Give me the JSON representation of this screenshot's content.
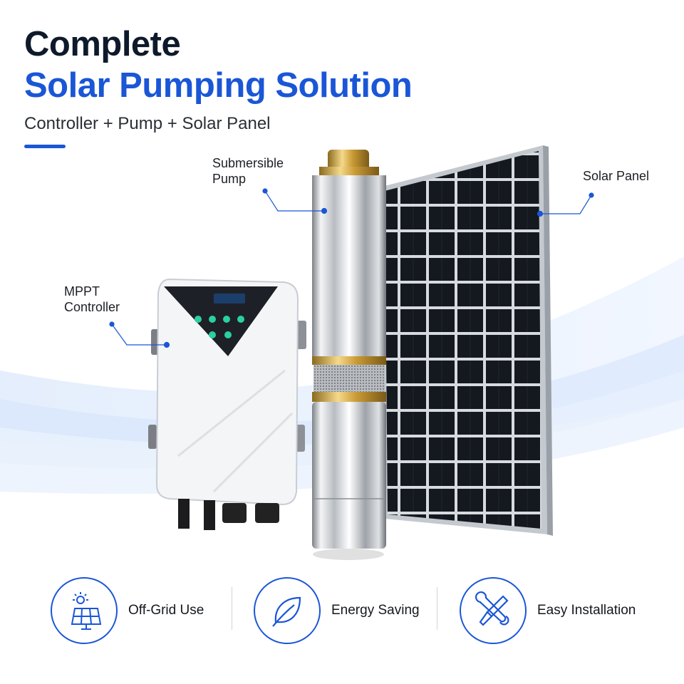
{
  "header": {
    "title_line1": "Complete",
    "title_line2": "Solar Pumping Solution",
    "subtitle": "Controller + Pump + Solar Panel"
  },
  "callouts": {
    "pump_line1": "Submersible",
    "pump_line2": "Pump",
    "panel": "Solar Panel",
    "controller_line1": "MPPT",
    "controller_line2": "Controller"
  },
  "features": [
    {
      "label": "Off-Grid Use",
      "icon": "solar-panel-sun-icon"
    },
    {
      "label": "Energy Saving",
      "icon": "leaf-icon"
    },
    {
      "label": "Easy Installation",
      "icon": "tools-icon"
    }
  ],
  "colors": {
    "accent": "#1a56d6",
    "title_dark": "#0e1a2b",
    "wave": "#dce8fb"
  }
}
